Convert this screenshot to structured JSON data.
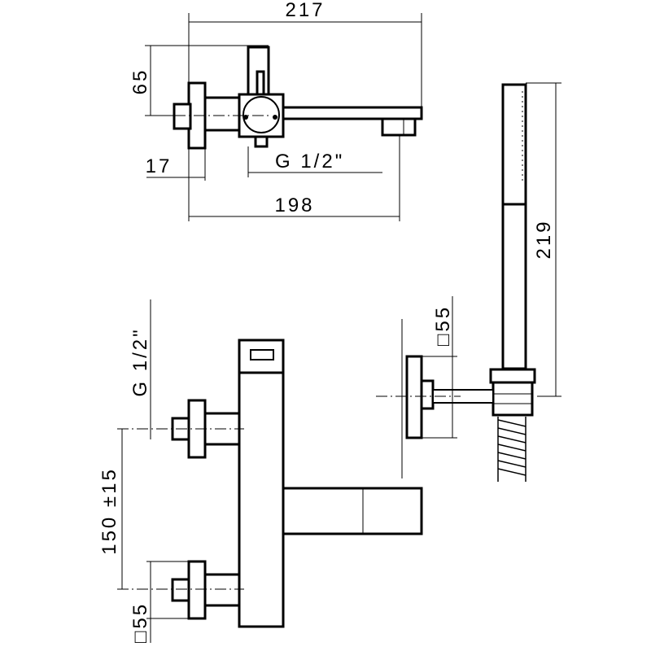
{
  "dimensions": {
    "top_width": "217",
    "left_height": "65",
    "offset": "17",
    "thread_top": "G  1/2\"",
    "base_width": "198",
    "shower_length": "219",
    "bracket_square": "□55",
    "thread_side": "G  1/2\"",
    "centers": "150 ±15",
    "valve_square": "□55"
  }
}
